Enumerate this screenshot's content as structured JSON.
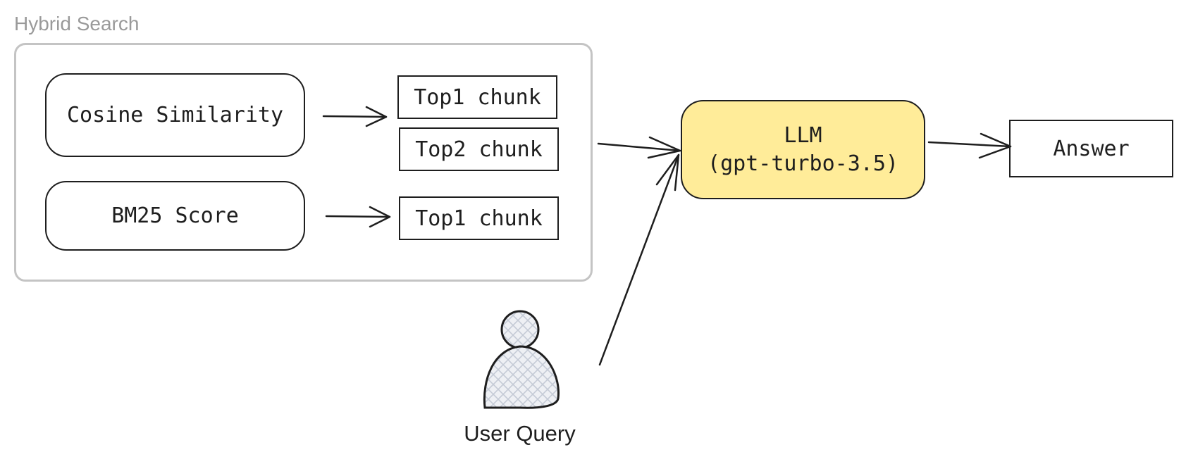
{
  "hybrid_search": {
    "title": "Hybrid Search",
    "scorers": [
      {
        "label": "Cosine Similarity"
      },
      {
        "label": "BM25 Score"
      }
    ],
    "chunks": [
      {
        "label": "Top1 chunk"
      },
      {
        "label": "Top2 chunk"
      },
      {
        "label": "Top1 chunk"
      }
    ]
  },
  "llm": {
    "line1": "LLM",
    "line2": "(gpt-turbo-3.5)",
    "fill_color": "#ffec99"
  },
  "answer": {
    "label": "Answer"
  },
  "user": {
    "label": "User Query",
    "icon": "user-icon"
  },
  "colors": {
    "stroke": "#1e1e1e",
    "group_border": "#c4c4c4",
    "group_title": "#9a9a9a",
    "user_fill": "#dfe3ea"
  }
}
